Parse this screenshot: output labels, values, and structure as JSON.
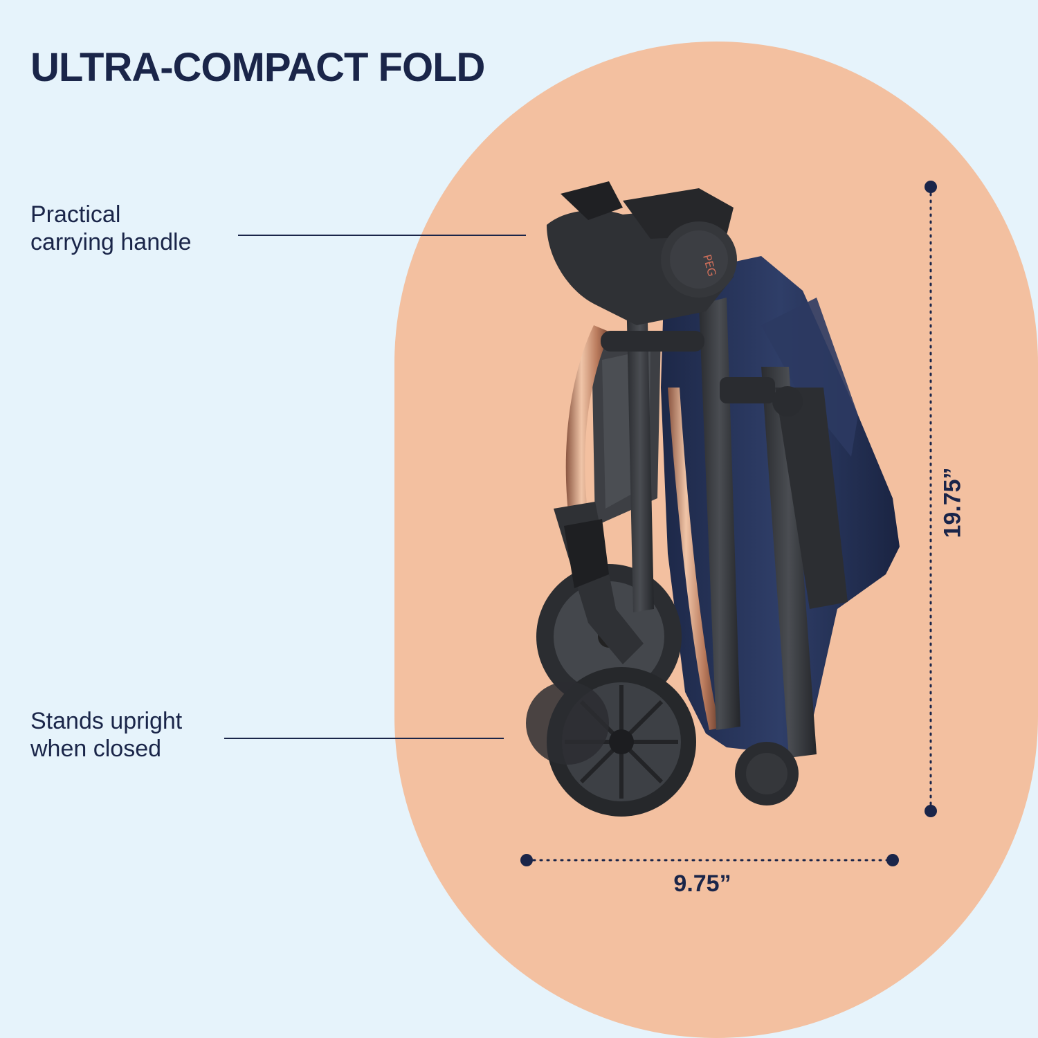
{
  "headline": "ULTRA-COMPACT FOLD",
  "callouts": {
    "handle": {
      "line1": "Practical",
      "line2": "carrying handle"
    },
    "upright": {
      "line1": "Stands upright",
      "line2": "when closed"
    }
  },
  "dimensions": {
    "height": "19.75”",
    "width": "9.75”"
  },
  "product": {
    "logo_text": "PEG"
  },
  "colors": {
    "background": "#e6f3fb",
    "oval": "#f3c0a0",
    "text": "#1a2549",
    "frame": "#3a3c40",
    "fabric": "#27355d",
    "rose_gold": "#c98b6b"
  }
}
